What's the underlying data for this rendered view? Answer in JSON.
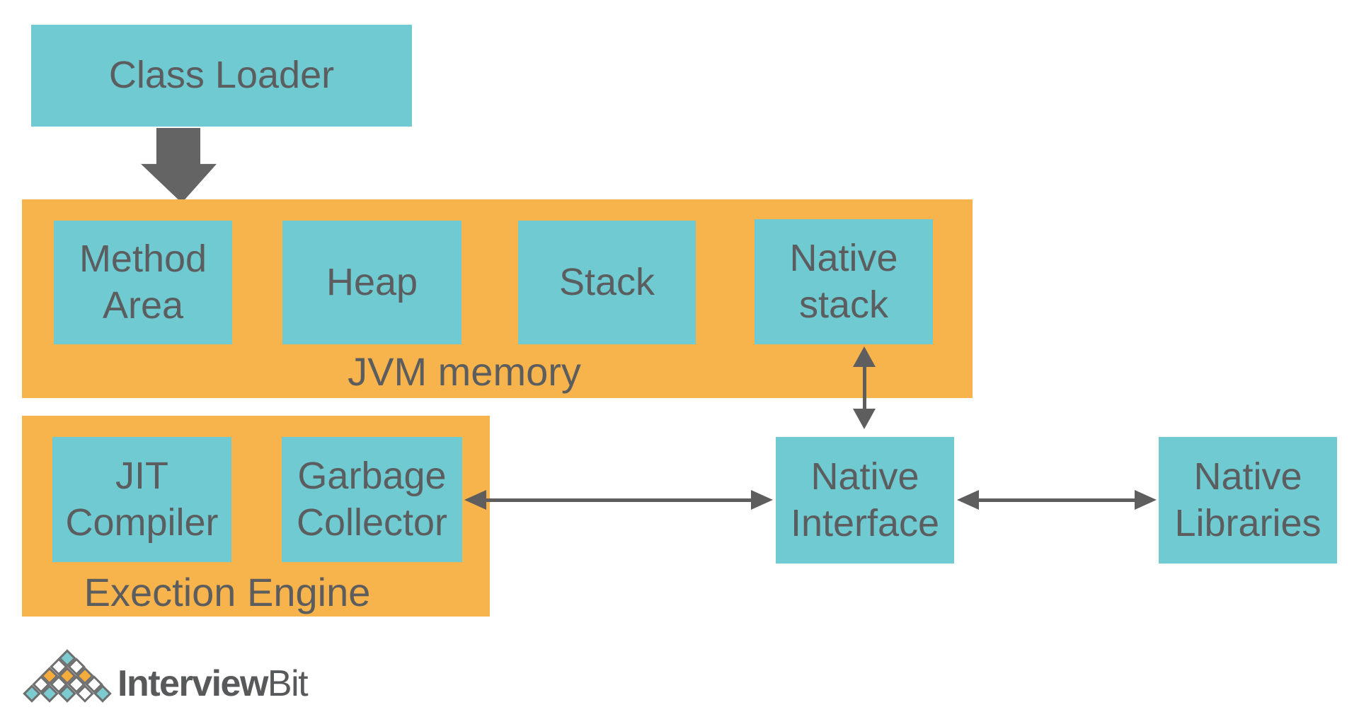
{
  "diagram": {
    "class_loader": {
      "label": "Class Loader"
    },
    "jvm_memory": {
      "label": "JVM memory",
      "method_area": "Method Area",
      "heap": "Heap",
      "stack": "Stack",
      "native_stack": "Native stack"
    },
    "execution_engine": {
      "label": "Exection Engine",
      "jit_compiler": "JIT Compiler",
      "garbage_collector": "Garbage Collector"
    },
    "native_interface": {
      "label": "Native Interface"
    },
    "native_libraries": {
      "label": "Native Libraries"
    }
  },
  "branding": {
    "logo_text_bold": "Interview",
    "logo_text_light": "Bit"
  },
  "colors": {
    "box_teal": "#6FCAD2",
    "container_orange": "#F8B44C",
    "text_gray": "#5B5D5E",
    "arrow_gray": "#5E5E5E",
    "logo_diamond_teal": "#7CCBD1",
    "logo_diamond_orange": "#F4AC3D",
    "logo_text_gray": "#58595B"
  }
}
